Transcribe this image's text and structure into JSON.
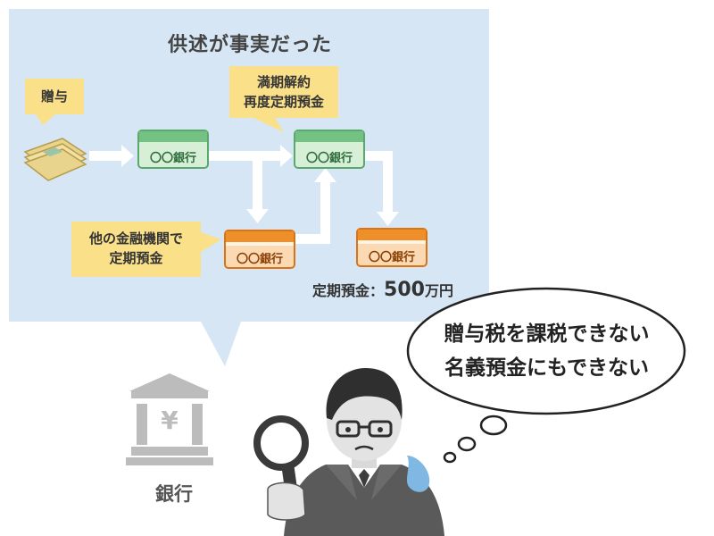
{
  "title": "供述が事実だった",
  "gift_label": "贈与",
  "callout_top": [
    "満期解約",
    "再度定期預金"
  ],
  "callout_other": [
    "他の金融機関で",
    "定期預金"
  ],
  "card_label": "〇〇銀行",
  "amount": {
    "label": "定期預金：",
    "value": "500",
    "unit": "万円"
  },
  "thought": [
    "贈与税を課税できない",
    "名義預金にもできない"
  ],
  "bank_label": "銀行",
  "bank_symbol": "¥",
  "colors": {
    "panel": "#d6e6f5",
    "callout": "#fbe08a",
    "card_green": "#74c183",
    "card_green_light": "#d7efd6",
    "card_orange": "#ef8f2a",
    "card_orange_light": "#fbd9b3",
    "arrow": "#ffffff",
    "bank": "#bcbcbc"
  },
  "icons": [
    "cash-bundle-icon",
    "bank-building-icon",
    "magnifier-icon",
    "investigator-person-icon",
    "sweat-drop-icon"
  ]
}
